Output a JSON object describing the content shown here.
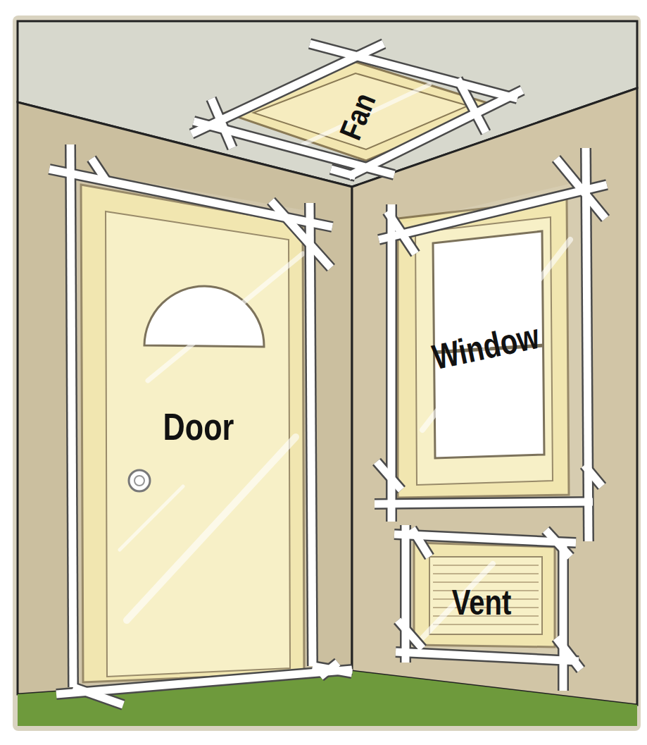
{
  "diagram": {
    "labels": [
      "Fan",
      "Door",
      "Window",
      "Vent"
    ]
  }
}
